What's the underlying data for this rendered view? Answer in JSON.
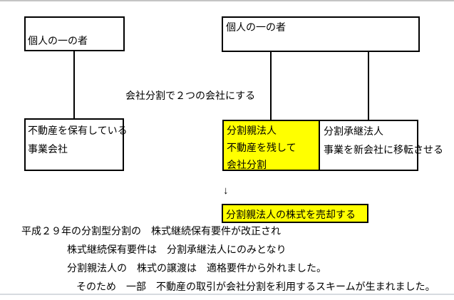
{
  "colors": {
    "highlight": "#ffff00",
    "box_border": "#000000",
    "text": "#000000",
    "top_edge_line": "#c4c4c4",
    "bottom_edge_line": "#d7dbe0"
  },
  "diagram": {
    "owner_left_label": "個人の一の者",
    "owner_right_label": "個人の一の者",
    "split_caption": "会社分割で２つの会社にする",
    "company_left": {
      "line1": "不動産を保有している",
      "line2": "事業会社"
    },
    "parent_company": {
      "line1": "分割親法人",
      "line2": "不動産を残して",
      "line3": "会社分割"
    },
    "successor_company": {
      "line1": "分割承継法人",
      "line2": "事業を新会社に移転させる"
    },
    "arrow_glyph": "↓",
    "sale_label": "分割親法人の株式を売却する"
  },
  "notes": {
    "line1": "平成２９年の分割型分割の　株式継続保有要件が改正され",
    "line2": "株式継続保有要件は　分割承継法人にのみとなり",
    "line3": "分割親法人の　株式の譲渡は　適格要件から外れました。",
    "line4": "そのため　一部　不動産の取引が会社分割を利用するスキームが生まれました。"
  }
}
